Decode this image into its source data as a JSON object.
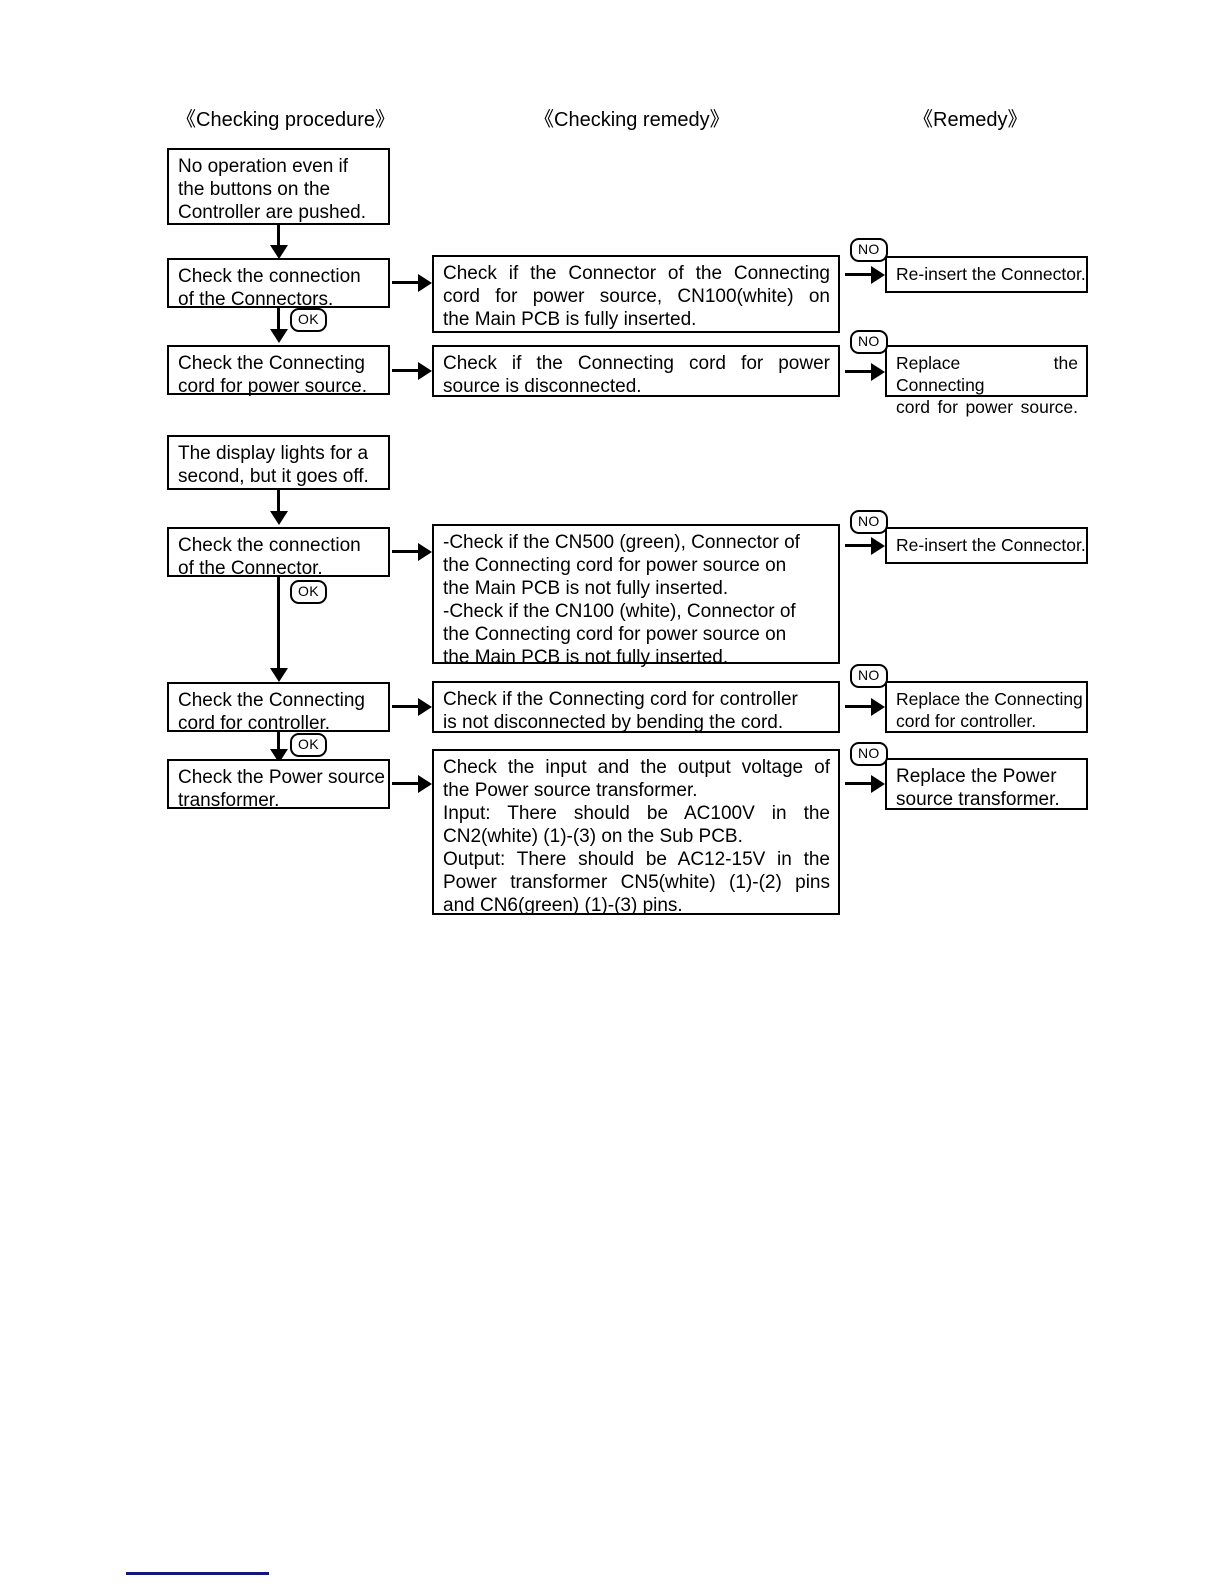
{
  "document": {
    "title": "Troubleshooting flowchart - No operation / Display goes off"
  },
  "headers": {
    "checking_procedure": "《Checking procedure》",
    "checking_remedy": "《Checking remedy》",
    "remedy": "《Remedy》"
  },
  "badges": {
    "ok": "OK",
    "no": "NO"
  },
  "sections": [
    {
      "symptom": {
        "line1": "No operation even if",
        "line2": "the buttons on the",
        "line3": "Controller are pushed."
      },
      "rows": [
        {
          "procedure": {
            "line1": "Check the connection",
            "line2": "of the Connectors."
          },
          "checking_remedy": {
            "line1": "Check if the Connector of the Connecting",
            "line2": "cord for power source, CN100(white) on",
            "line3": "the Main PCB is fully inserted."
          },
          "remedy": {
            "line1": "Re-insert the Connector."
          }
        },
        {
          "procedure": {
            "line1": "Check the Connecting",
            "line2": "cord for power source."
          },
          "checking_remedy": {
            "line1": "Check if the Connecting cord for power",
            "line2": "source is disconnected."
          },
          "remedy": {
            "line1": "Replace the Connecting",
            "line2": "cord for power source."
          }
        }
      ]
    },
    {
      "symptom": {
        "line1": "The display lights for a",
        "line2": "second, but it goes off."
      },
      "rows": [
        {
          "procedure": {
            "line1": "Check the connection",
            "line2": "of the Connector."
          },
          "checking_remedy": {
            "bullet1_line1": "-Check if the CN500 (green), Connector of",
            "bullet1_line2": "the Connecting cord for power source on",
            "bullet1_line3": "the Main PCB is not fully inserted.",
            "bullet2_line1": "-Check if the CN100 (white), Connector of",
            "bullet2_line2": "the Connecting cord for power source on",
            "bullet2_line3": "the Main PCB is not fully inserted."
          },
          "remedy": {
            "line1": "Re-insert the Connector."
          }
        },
        {
          "procedure": {
            "line1": "Check the Connecting",
            "line2": "cord for controller."
          },
          "checking_remedy": {
            "line1": "Check if the Connecting cord for controller",
            "line2": "is not disconnected by bending the cord."
          },
          "remedy": {
            "line1": "Replace the Connecting",
            "line2": "cord for controller."
          }
        },
        {
          "procedure": {
            "line1": "Check the Power source",
            "line2": "transformer."
          },
          "checking_remedy": {
            "line1": "Check the input and the output voltage of",
            "line2": "the Power source transformer.",
            "line3": "Input: There should be AC100V in the",
            "line4": "CN2(white) (1)-(3) on the Sub PCB.",
            "line5": "Output: There should be AC12-15V in the",
            "line6": "Power transformer CN5(white) (1)-(2) pins",
            "line7": "and CN6(green) (1)-(3) pins."
          },
          "remedy": {
            "line1": "Replace the Power",
            "line2": "source transformer."
          }
        }
      ]
    }
  ],
  "colors": {
    "rule": "#12177e",
    "outline": "#000000"
  }
}
